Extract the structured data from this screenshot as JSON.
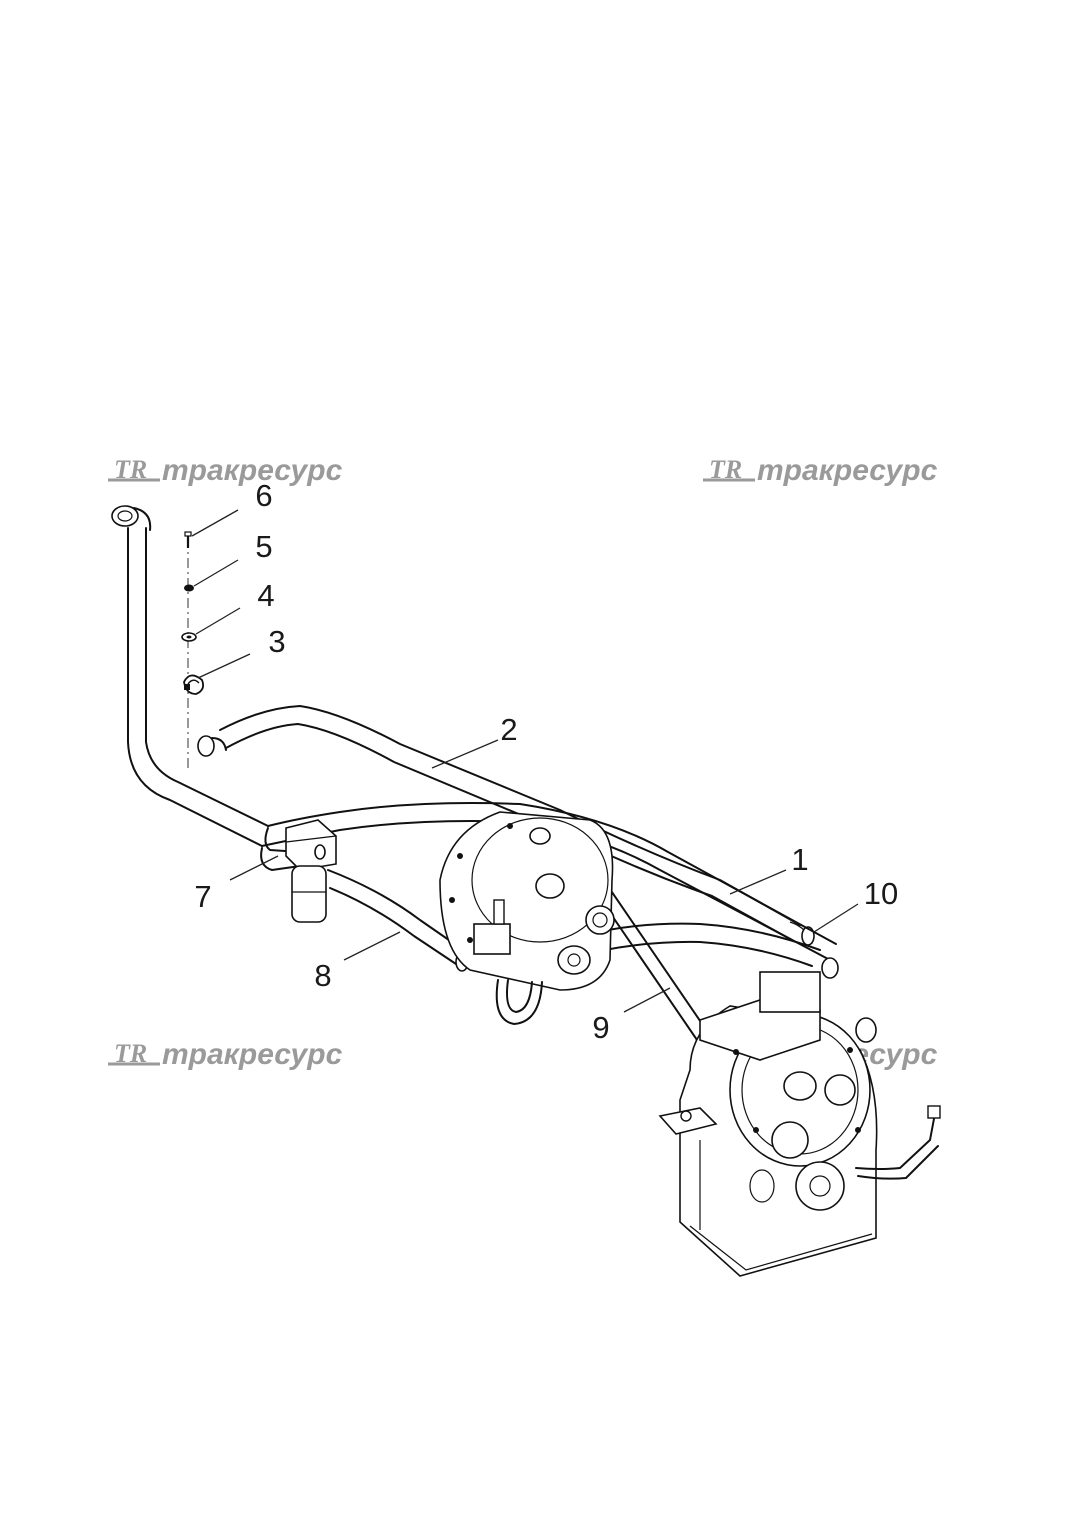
{
  "watermark": {
    "logo": "TR",
    "text": "тракресурс"
  },
  "callouts": {
    "c1": "1",
    "c2": "2",
    "c3": "3",
    "c4": "4",
    "c5": "5",
    "c6": "6",
    "c7": "7",
    "c8": "8",
    "c9": "9",
    "c10": "10"
  }
}
